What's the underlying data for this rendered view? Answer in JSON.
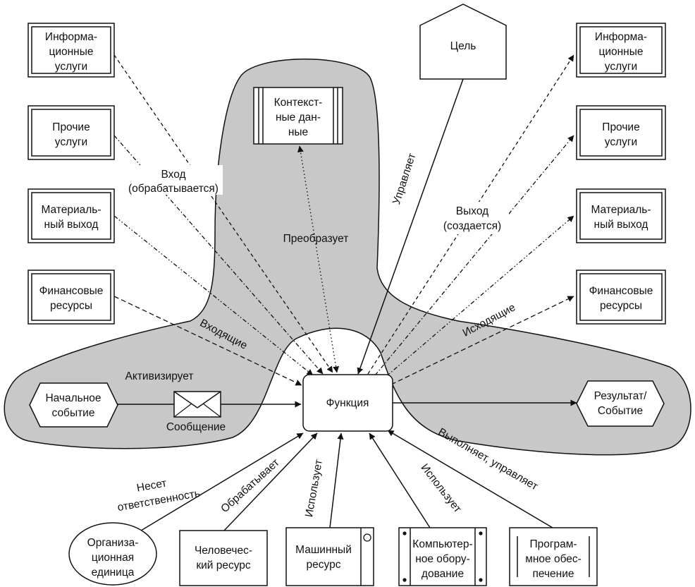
{
  "colors": {
    "ink": "#111111",
    "shade": "#c8c8c8",
    "paper": "#ffffff"
  },
  "nodes": {
    "left_info": [
      "Информа-",
      "ционные",
      "услуги"
    ],
    "left_other": [
      "Прочие",
      "услуги"
    ],
    "left_material": [
      "Материаль-",
      "ный выход"
    ],
    "left_finance": [
      "Финансовые",
      "ресурсы"
    ],
    "right_info": [
      "Информа-",
      "ционные",
      "услуги"
    ],
    "right_other": [
      "Прочие",
      "услуги"
    ],
    "right_material": [
      "Материаль-",
      "ный выход"
    ],
    "right_finance": [
      "Финансовые",
      "ресурсы"
    ],
    "context": [
      "Контекст-",
      "ные дан-",
      "ные"
    ],
    "goal": "Цель",
    "function": "Функция",
    "start_event": [
      "Начальное",
      "событие"
    ],
    "result_event": [
      "Результат/",
      "Событие"
    ],
    "org_unit": [
      "Организа-",
      "ционная",
      "единица"
    ],
    "human": [
      "Человечес-",
      "кий ресурс"
    ],
    "machine": [
      "Машинный",
      "ресурс"
    ],
    "hardware": [
      "Компьютер-",
      "ное обору-",
      "дование"
    ],
    "software": [
      "Програм-",
      "мное обес-",
      "печение"
    ]
  },
  "edge_labels": {
    "input": [
      "Вход",
      "(обрабатывается)"
    ],
    "output": [
      "Выход",
      "(создается)"
    ],
    "transforms": "Преобразует",
    "controls": "Управляет",
    "incoming": "Входящие",
    "outgoing": "Исходящие",
    "activates": "Активизирует",
    "message": "Сообщение",
    "responsible": [
      "Несет",
      "ответственность"
    ],
    "processes": "Обрабатывает",
    "uses_machine": "Использует",
    "uses_computer": "Использует",
    "performs": "Выполняет, управляет"
  }
}
